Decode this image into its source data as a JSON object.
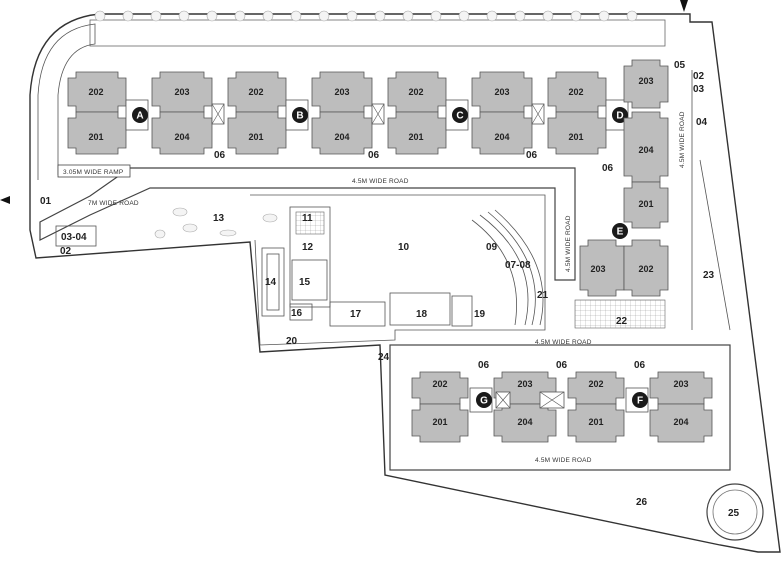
{
  "buildings": {
    "north": [
      {
        "letter": "A",
        "top_left": "202",
        "bottom_left": "201",
        "top_right": "203",
        "bottom_right": "204"
      },
      {
        "letter": "B",
        "top_left": "202",
        "bottom_left": "201",
        "top_right": "203",
        "bottom_right": "204"
      },
      {
        "letter": "C",
        "top_left": "202",
        "bottom_left": "201",
        "top_right": "203",
        "bottom_right": "204"
      },
      {
        "letter": "D",
        "top_left": "202",
        "bottom_left": "201",
        "top_right": "",
        "bottom_right": ""
      }
    ],
    "east": {
      "letter": "E",
      "units": [
        "203",
        "204",
        "201",
        "203",
        "202"
      ]
    },
    "south": [
      {
        "letter": "G",
        "top_left": "202",
        "bottom_left": "201",
        "top_right": "203",
        "bottom_right": "204"
      },
      {
        "letter": "F",
        "top_left": "202",
        "bottom_left": "201",
        "top_right": "203",
        "bottom_right": "204"
      }
    ]
  },
  "labels": {
    "l01": "01",
    "l02a": "02",
    "l02b": "02",
    "l03": "03",
    "l0304": "03-04",
    "l04": "04",
    "l05": "05",
    "l06": "06",
    "l0708": "07-08",
    "l09": "09",
    "l10": "10",
    "l11": "11",
    "l12": "12",
    "l13": "13",
    "l14": "14",
    "l15": "15",
    "l16": "16",
    "l17": "17",
    "l18": "18",
    "l19": "19",
    "l20": "20",
    "l21": "21",
    "l22": "22",
    "l23": "23",
    "l24": "24",
    "l25": "25",
    "l26": "26"
  },
  "roads": {
    "ramp": "3.05M WIDE RAMP",
    "seven": "7M WIDE ROAD",
    "four_five": "4.5M WIDE ROAD"
  },
  "colors": {
    "unit_fill": "#bdbdbd",
    "line": "#444444",
    "marker": "#1a1a1a"
  }
}
